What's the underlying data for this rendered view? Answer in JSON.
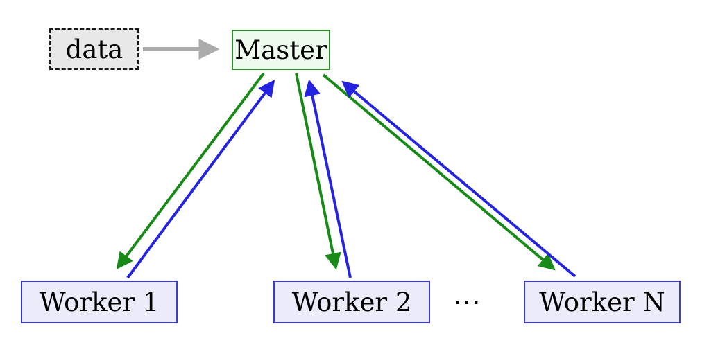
{
  "diagram": {
    "nodes": {
      "data": "data",
      "master": "Master",
      "worker1": "Worker 1",
      "worker2": "Worker 2",
      "workerN": "Worker N",
      "ellipsis": "⋯"
    },
    "colors": {
      "data_fill": "#e8e8e8",
      "data_border": "#1a1a1a",
      "master_fill": "#edfaed",
      "master_border": "#2e8b2e",
      "worker_fill": "#ebebfa",
      "worker_border": "#3b3bd6",
      "arrow_green": "#178a17",
      "arrow_blue": "#2424e0",
      "arrow_gray": "#ababab"
    },
    "edges": [
      {
        "from": "data",
        "to": "master",
        "color": "gray"
      },
      {
        "from": "master",
        "to": "worker1",
        "color": "green"
      },
      {
        "from": "worker1",
        "to": "master",
        "color": "blue"
      },
      {
        "from": "master",
        "to": "worker2",
        "color": "green"
      },
      {
        "from": "worker2",
        "to": "master",
        "color": "blue"
      },
      {
        "from": "master",
        "to": "workerN",
        "color": "green"
      },
      {
        "from": "workerN",
        "to": "master",
        "color": "blue"
      }
    ]
  }
}
